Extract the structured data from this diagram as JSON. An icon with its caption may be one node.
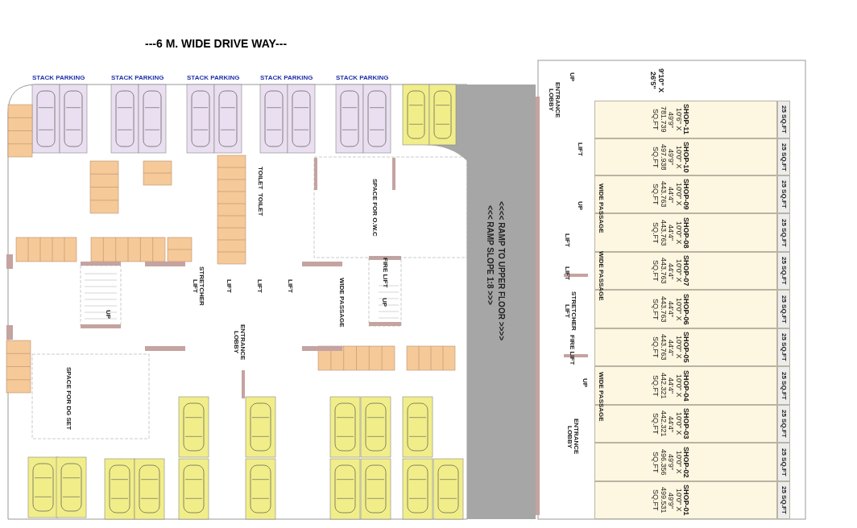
{
  "diagram": {
    "title": "---6 M. WIDE DRIVE WAY---",
    "nodes": [
      {
        "text": [
          "SHOP-11",
          "10'6\" X 49'9\" 781.739 SQ.FT"
        ],
        "beside": [
          "9'10\" X 26'5\""
        ]
      },
      {
        "text": [
          "SHOP-10",
          "10'0\" X 49'9\" 497.938 SQ.FT"
        ]
      },
      {
        "text": [
          "SHOP-09",
          "10'0\" X 44'4\" 443.763 SQ.FT"
        ]
      },
      {
        "text": [
          "SHOP-08",
          "10'0\" X 44'4\" 443.763 SQ.FT"
        ]
      },
      {
        "text": [
          "SHOP-07",
          "10'0\" X 44'4\" 443.763 SQ.FT"
        ]
      },
      {
        "text": [
          "SHOP-06",
          "10'0\" X 44'4\" 443.763 SQ.FT"
        ]
      },
      {
        "text": [
          "SHOP-05",
          "10'0\" X 44'4\" 443.763 SQ.FT"
        ]
      },
      {
        "text": [
          "SHOP-04",
          "10'0\" X 44'4\" 442.321 SQ.FT"
        ]
      },
      {
        "text": [
          "SHOP-03",
          "10'0\" X 44'4\" 442.321 SQ.FT"
        ]
      },
      {
        "text": [
          "SHOP-02",
          "10'0\" X 49'9\" 496.356 SQ.FT"
        ]
      },
      {
        "text": [
          "SHOP-01",
          "10'0\" X 49'9\" 499.531 SQ.FT"
        ]
      },
      {
        "text": [
          "25 SQ.FT"
        ]
      },
      {
        "text": [
          "25 SQ.FT"
        ]
      },
      {
        "text": [
          "25 SQ.FT"
        ]
      },
      {
        "text": [
          "25 SQ.FT"
        ]
      },
      {
        "text": [
          "25 SQ.FT"
        ]
      },
      {
        "text": [
          "25 SQ.FT"
        ]
      },
      {
        "text": [
          "25 SQ.FT"
        ]
      },
      {
        "text": [
          "25 SQ.FT"
        ]
      },
      {
        "text": [
          "25 SQ.FT"
        ]
      },
      {
        "text": [
          "25 SQ.FT"
        ]
      },
      {
        "text": [
          "25 SQ.FT"
        ]
      },
      {
        "text": [
          "ENTRANCE LOBBY"
        ]
      },
      {
        "text": [
          "LIFT"
        ]
      },
      {
        "text": [
          "LIFT"
        ]
      },
      {
        "text": [
          "LIFT"
        ]
      },
      {
        "text": [
          "STRETCHER LIFT"
        ]
      },
      {
        "text": [
          "FIRE LIFT"
        ]
      },
      {
        "text": [
          "ENTRANCE LOBBY"
        ]
      },
      {
        "text": [
          "TOILET"
        ]
      },
      {
        "text": [
          "TOILET"
        ]
      },
      {
        "text": [
          "SPACE FOR O.W.C"
        ]
      },
      {
        "text": [
          "STRETCHER LIFT"
        ]
      },
      {
        "text": [
          "LIFT"
        ]
      },
      {
        "text": [
          "LIFT"
        ]
      },
      {
        "text": [
          "LIFT"
        ]
      },
      {
        "text": [
          "FIRE LIFT"
        ]
      },
      {
        "text": [
          "ENTRANCE LOBBY"
        ]
      },
      {
        "text": [
          "SPACE FOR DG SET"
        ]
      }
    ],
    "labels": [
      "STACK PARKING",
      "STACK PARKING",
      "STACK PARKING",
      "STACK PARKING",
      "STACK PARKING",
      "<<< RAMP SLOPE 1:8 >>>",
      "<<<< RAMP TO UPPER FLOOR >>>>",
      "UP",
      "UP",
      "UP",
      "UP",
      "UP",
      "WIDE PASSAGE",
      "WIDE PASSAGE",
      "WIDE PASSAGE",
      "WIDE PASSAGE"
    ]
  }
}
